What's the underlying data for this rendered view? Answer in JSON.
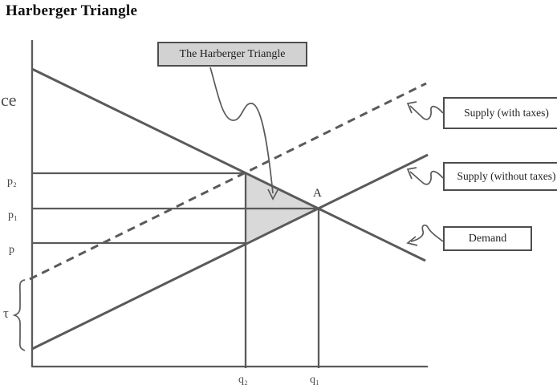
{
  "page": {
    "title": "Harberger Triangle"
  },
  "diagram": {
    "callout_label": "The Harberger Triangle",
    "axis_labels": {
      "price_partial": "ce",
      "q2": "q₂",
      "q1": "q₁"
    },
    "price_levels": {
      "p2": "p₂",
      "p1": "p₁",
      "p": "p"
    },
    "tax_label": "τ",
    "point_label": "A",
    "curve_labels": {
      "supply_with_taxes": "Supply (with taxes)",
      "supply_without_taxes": "Supply (without taxes)",
      "demand": "Demand"
    },
    "colors": {
      "paper": "#ffffff",
      "ink": "#5a5a5a",
      "text": "#1a1a1a",
      "triangle_fill": "#d9d9d9",
      "callout_fill": "#d2d2d2",
      "box_fill": "#ffffff"
    }
  }
}
